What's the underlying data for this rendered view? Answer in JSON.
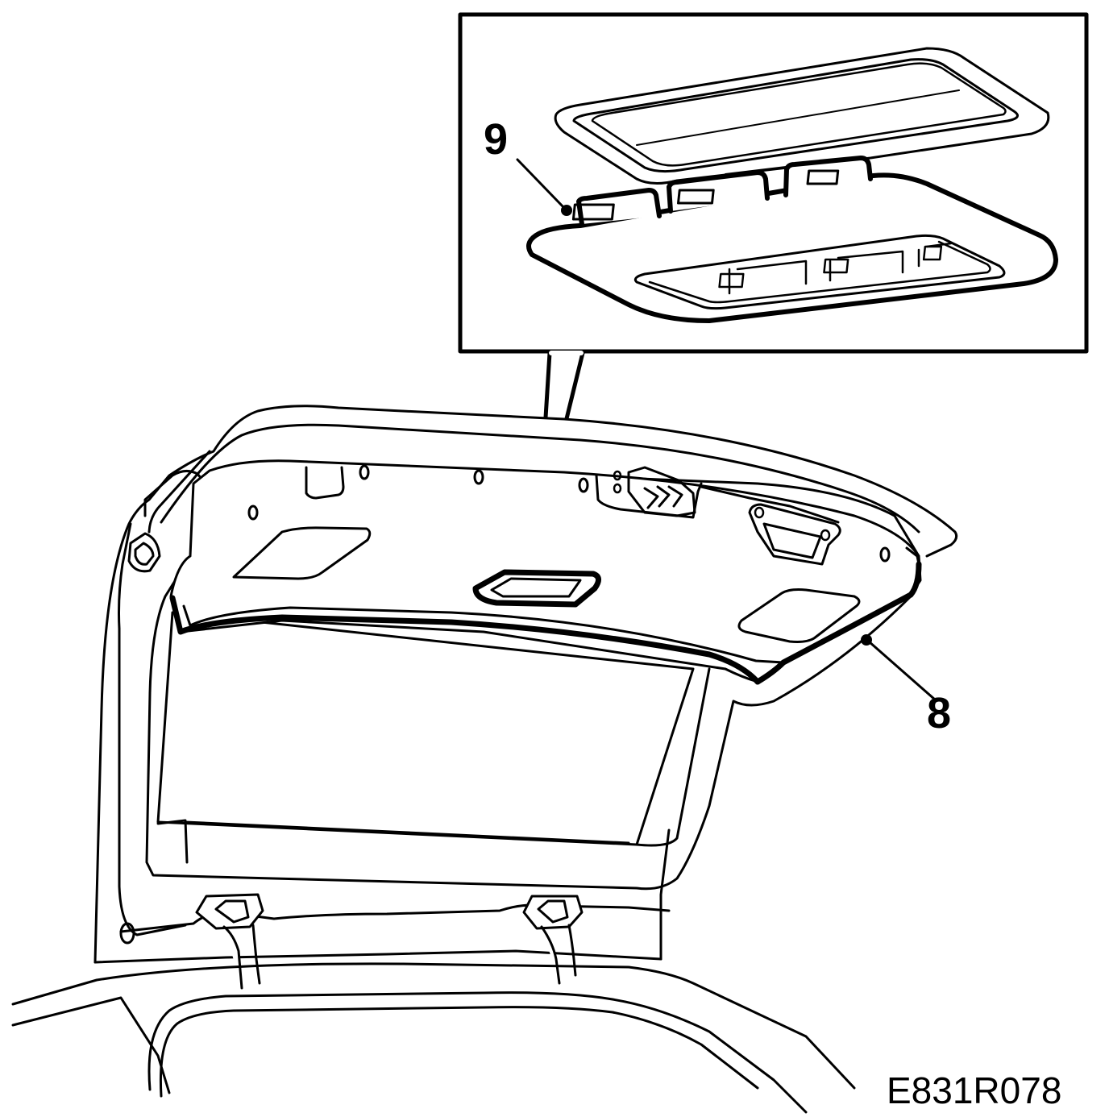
{
  "diagram": {
    "callouts": [
      {
        "id": "9",
        "label": "9"
      },
      {
        "id": "8",
        "label": "8"
      }
    ],
    "figure_code": "E831R078"
  },
  "colors": {
    "ink": "#000000",
    "paper": "#ffffff"
  }
}
